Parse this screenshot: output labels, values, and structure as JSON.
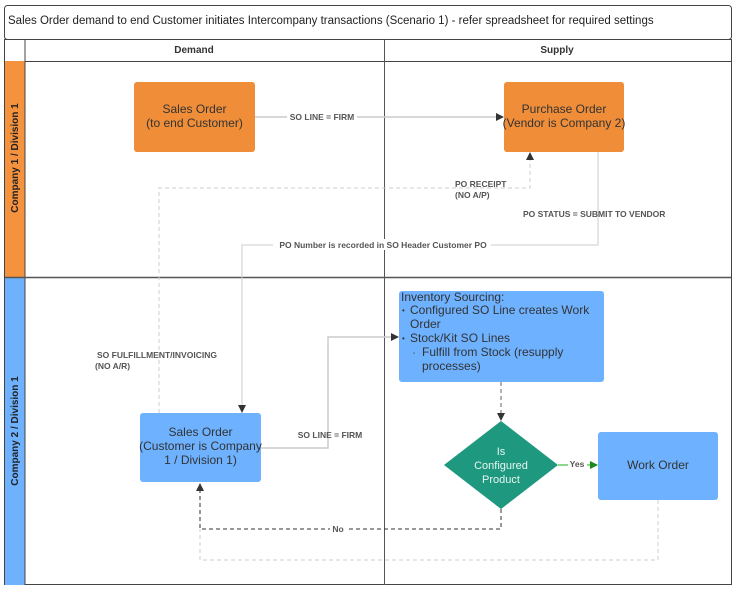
{
  "title": "Sales Order demand to end Customer initiates Intercompany transactions (Scenario 1) - refer spreadsheet for required settings",
  "columns": [
    "Demand",
    "Supply"
  ],
  "lanes": [
    {
      "label": "Company 1 / Division 1",
      "color": "#F5923E"
    },
    {
      "label": "Company 2 / Division 1",
      "color": "#6DB1FF"
    }
  ],
  "nodes": {
    "so1": {
      "lines": [
        "Sales Order",
        "(to end Customer)"
      ],
      "color": "#EF8D38"
    },
    "po": {
      "lines": [
        "Purchase Order",
        "(Vendor is Company 2)"
      ],
      "color": "#EF8D38"
    },
    "so2": {
      "lines": [
        "Sales Order",
        "(Customer is Company",
        "1 / Division 1)"
      ],
      "color": "#6DB1FF"
    },
    "inventory": {
      "heading": "Inventory Sourcing:",
      "bullets": [
        "Configured SO Line creates Work",
        "Order",
        "Stock/Kit SO Lines"
      ],
      "sub_bullets": [
        "Fulfill from Stock (resupply",
        "processes)"
      ],
      "color": "#6DB1FF"
    },
    "decision": {
      "lines": [
        "Is",
        "Configured",
        "Product"
      ],
      "color": "#1F9880"
    },
    "work_order": {
      "lines": [
        "Work Order"
      ],
      "color": "#6DB1FF"
    }
  },
  "edges": {
    "so_line_firm_top": "SO LINE = FIRM",
    "po_receipt": [
      "PO RECEIPT",
      "(NO A/P)"
    ],
    "po_status": "PO STATUS = SUBMIT TO VENDOR",
    "po_number": "PO Number is recorded in SO Header Customer PO",
    "so_fulfillment": [
      "SO FULFILLMENT/INVOICING",
      "(NO A/R)"
    ],
    "so_line_firm_bottom": "SO LINE = FIRM",
    "yes": "Yes",
    "no": "No"
  }
}
